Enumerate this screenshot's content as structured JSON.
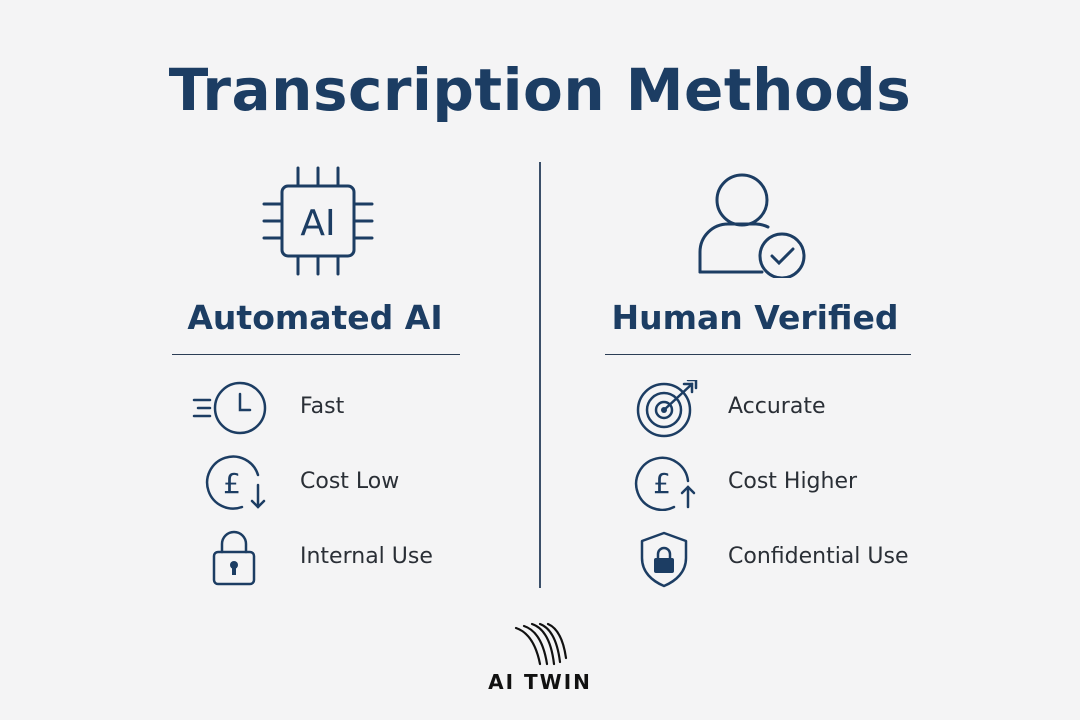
{
  "title": "Transcription Methods",
  "colors": {
    "primary": "#1c3d63",
    "text": "#2a2f36",
    "background": "#f4f4f5"
  },
  "columns": [
    {
      "heading": "Automated AI",
      "icon": "ai-chip-icon",
      "chip_label": "AI",
      "features": [
        {
          "label": "Fast",
          "icon": "fast-clock-icon"
        },
        {
          "label": "Cost Low",
          "icon": "pound-down-icon"
        },
        {
          "label": "Internal Use",
          "icon": "padlock-icon"
        }
      ]
    },
    {
      "heading": "Human Verified",
      "icon": "verified-user-icon",
      "features": [
        {
          "label": "Accurate",
          "icon": "target-icon"
        },
        {
          "label": "Cost Higher",
          "icon": "pound-up-icon"
        },
        {
          "label": "Confidential Use",
          "icon": "shield-lock-icon"
        }
      ]
    }
  ],
  "brand": {
    "name": "AI TWIN",
    "icon": "sound-waves-logo-icon"
  }
}
